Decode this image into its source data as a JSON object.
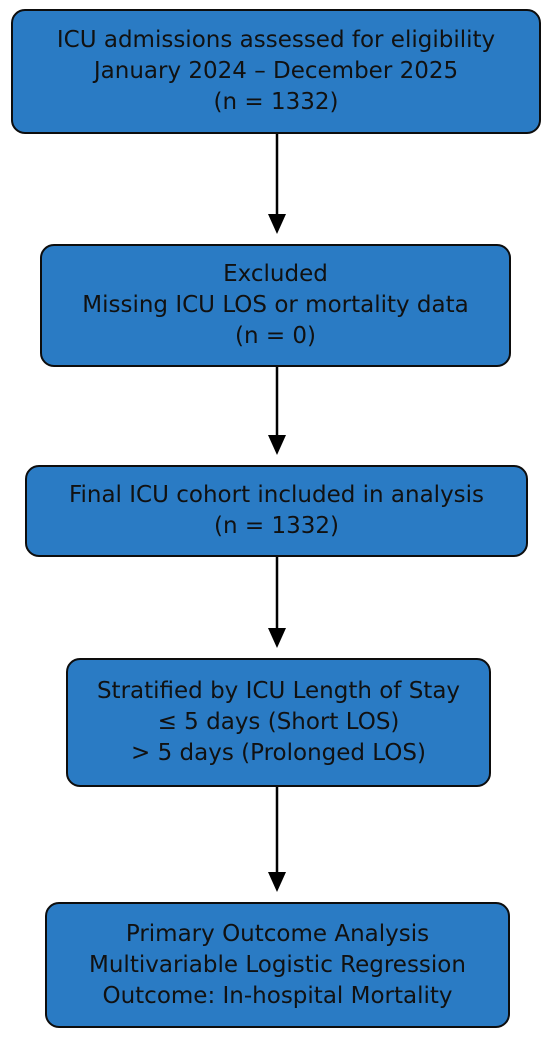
{
  "flowchart": {
    "boxes": [
      {
        "lines": [
          "ICU admissions assessed for eligibility",
          "January 2024 – December 2025",
          "(n = 1332)"
        ]
      },
      {
        "lines": [
          "Excluded",
          "Missing ICU LOS or mortality data",
          "(n = 0)"
        ]
      },
      {
        "lines": [
          "Final ICU cohort included in analysis",
          "(n = 1332)"
        ]
      },
      {
        "lines": [
          "Stratified by ICU Length of Stay",
          "≤ 5 days (Short LOS)",
          "> 5 days (Prolonged LOS)"
        ]
      },
      {
        "lines": [
          "Primary Outcome Analysis",
          "Multivariable Logistic Regression",
          "Outcome: In-hospital Mortality"
        ]
      }
    ],
    "colors": {
      "box_fill": "#2a7bc4",
      "box_border": "#0d0d0d",
      "text": "#111111",
      "arrow": "#000000"
    }
  }
}
